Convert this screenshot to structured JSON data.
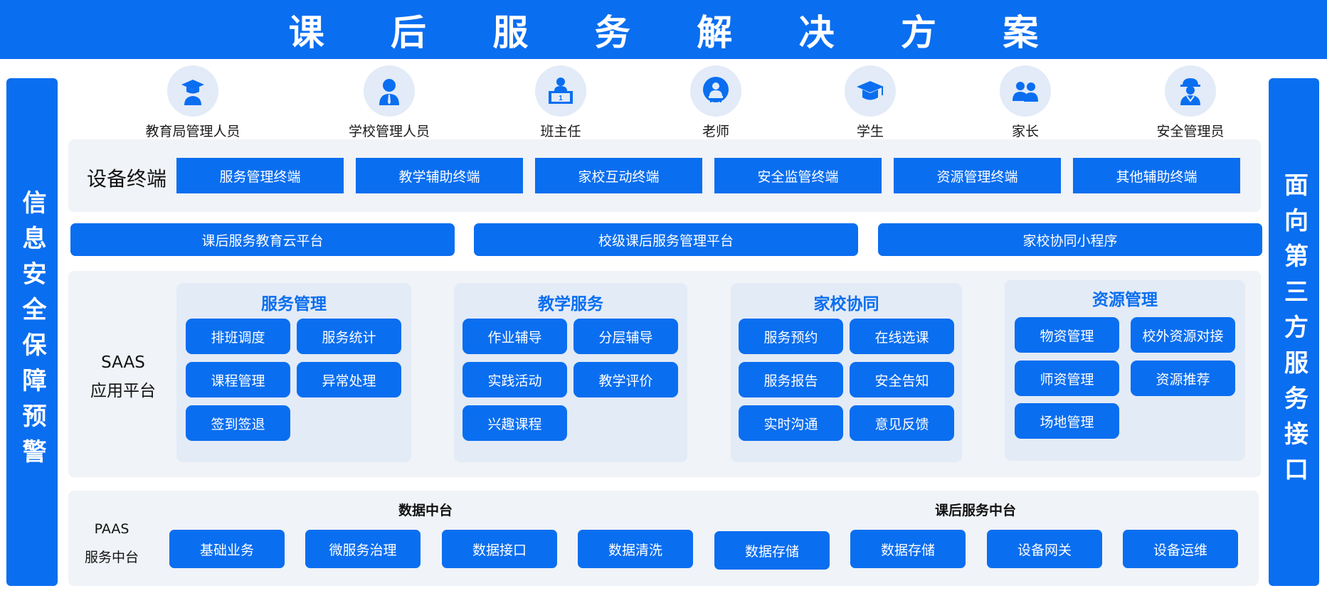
{
  "title": "课 后 服 务 解 决 方 案",
  "side_left": "信息安全保障预警",
  "side_right": "面向第三方服务接口",
  "roles": [
    {
      "label": "教育局管理人员",
      "icon": "education-bureau-icon"
    },
    {
      "label": "学校管理人员",
      "icon": "school-admin-icon"
    },
    {
      "label": "班主任",
      "icon": "head-teacher-icon"
    },
    {
      "label": "老师",
      "icon": "teacher-icon"
    },
    {
      "label": "学生",
      "icon": "student-icon"
    },
    {
      "label": "家长",
      "icon": "parent-icon"
    },
    {
      "label": "安全管理员",
      "icon": "safety-officer-icon"
    }
  ],
  "terminals": {
    "label": "设备终端",
    "items": [
      "服务管理终端",
      "教学辅助终端",
      "家校互动终端",
      "安全监管终端",
      "资源管理终端",
      "其他辅助终端"
    ]
  },
  "platforms": [
    "课后服务教育云平台",
    "校级课后服务管理平台",
    "家校协同小程序"
  ],
  "saas": {
    "label_line1": "SAAS",
    "label_line2": "应用平台",
    "groups": [
      {
        "title": "服务管理",
        "items": [
          "排班调度",
          "服务统计",
          "课程管理",
          "异常处理",
          "签到签退"
        ]
      },
      {
        "title": "教学服务",
        "items": [
          "作业辅导",
          "分层辅导",
          "实践活动",
          "教学评价",
          "兴趣课程"
        ]
      },
      {
        "title": "家校协同",
        "items": [
          "服务预约",
          "在线选课",
          "服务报告",
          "安全告知",
          "实时沟通",
          "意见反馈"
        ]
      },
      {
        "title": "资源管理",
        "items": [
          "物资管理",
          "校外资源对接",
          "师资管理",
          "资源推荐",
          "场地管理"
        ]
      }
    ]
  },
  "paas": {
    "label_line1": "PAAS",
    "label_line2": "服务中台",
    "sub1": "数据中台",
    "sub2": "课后服务中台",
    "items": [
      "基础业务",
      "微服务治理",
      "数据接口",
      "数据清洗",
      "数据存储",
      "数据存储",
      "设备网关",
      "设备运维"
    ]
  },
  "colors": {
    "primary": "#0a6ef0",
    "panel": "#f0f3f7",
    "group": "#e3ebf6",
    "icon_bg": "#e2ebf7"
  }
}
